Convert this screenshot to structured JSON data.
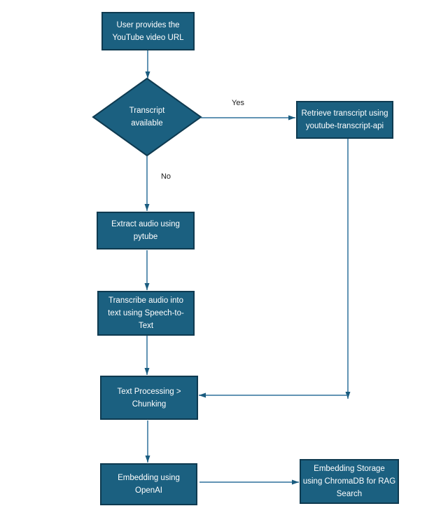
{
  "colors": {
    "background": "#FFFFFF",
    "node_fill": "#1B6080",
    "node_border": "#0E3A50",
    "node_text": "#FFFFFF",
    "connector": "#2E719B",
    "arrowhead": "#1A5C7F",
    "edge_label_text": "#1A1A1A"
  },
  "nodes": {
    "start": {
      "type": "process",
      "label": "User provides the\nYouTube video URL"
    },
    "decision": {
      "type": "decision",
      "label": "Transcript\navailable"
    },
    "retrieve": {
      "type": "process",
      "label": "Retrieve transcript using\nyoutube-transcript-api"
    },
    "extract": {
      "type": "process",
      "label": "Extract audio using\npytube"
    },
    "transcribe": {
      "type": "process",
      "label": "Transcribe audio into\ntext using Speech-to-\nText"
    },
    "chunking": {
      "type": "process",
      "label": "Text Processing >\nChunking"
    },
    "embedding": {
      "type": "process",
      "label": "Embedding using\nOpenAI"
    },
    "storage": {
      "type": "process",
      "label": "Embedding Storage\nusing ChromaDB for RAG\nSearch"
    }
  },
  "edges": [
    {
      "from": "start",
      "to": "decision",
      "label": ""
    },
    {
      "from": "decision",
      "to": "retrieve",
      "label": "Yes"
    },
    {
      "from": "decision",
      "to": "extract",
      "label": "No"
    },
    {
      "from": "extract",
      "to": "transcribe",
      "label": ""
    },
    {
      "from": "transcribe",
      "to": "chunking",
      "label": ""
    },
    {
      "from": "chunking",
      "to": "embedding",
      "label": ""
    },
    {
      "from": "retrieve",
      "to": "chunking",
      "label": ""
    },
    {
      "from": "embedding",
      "to": "storage",
      "label": ""
    }
  ]
}
